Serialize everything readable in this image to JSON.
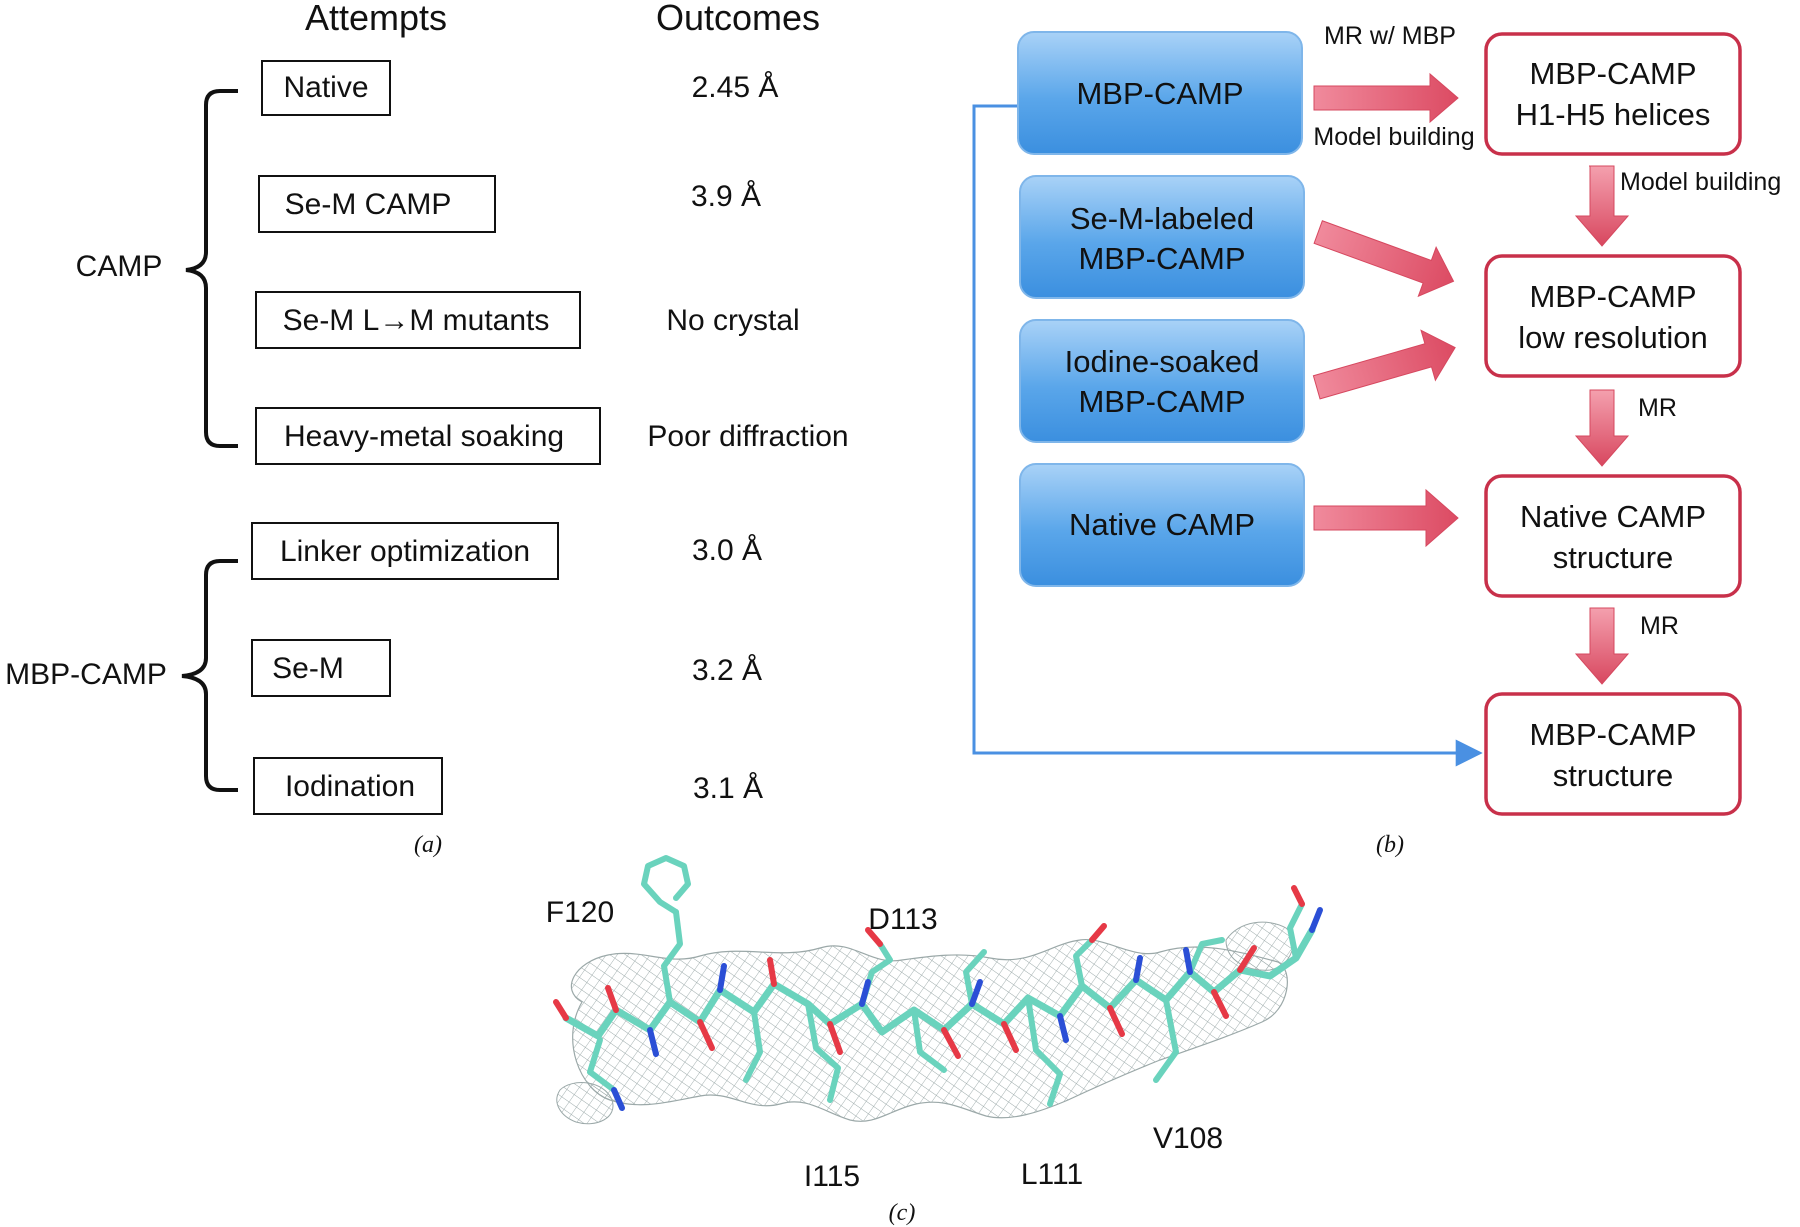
{
  "panel_a": {
    "header_attempts": "Attempts",
    "header_outcomes": "Outcomes",
    "groups": [
      {
        "label": "CAMP",
        "rows": [
          {
            "attempt": "Native",
            "outcome": "2.45 Å"
          },
          {
            "attempt": "Se-M CAMP",
            "outcome": "3.9 Å"
          },
          {
            "attempt": "Se-M L→M mutants",
            "outcome": "No crystal"
          },
          {
            "attempt": "Heavy-metal soaking",
            "outcome": "Poor diffraction"
          }
        ]
      },
      {
        "label": "MBP-CAMP",
        "rows": [
          {
            "attempt": "Linker optimization",
            "outcome": "3.0 Å"
          },
          {
            "attempt": "Se-M",
            "outcome": "3.2 Å"
          },
          {
            "attempt": "Iodination",
            "outcome": "3.1 Å"
          }
        ]
      }
    ],
    "caption": "(a)"
  },
  "panel_b": {
    "sources": [
      {
        "line1": "MBP-CAMP",
        "line2": ""
      },
      {
        "line1": "Se-M-labeled",
        "line2": "MBP-CAMP"
      },
      {
        "line1": "Iodine-soaked",
        "line2": "MBP-CAMP"
      },
      {
        "line1": "Native CAMP",
        "line2": ""
      }
    ],
    "results": [
      {
        "line1": "MBP-CAMP",
        "line2": "H1-H5 helices"
      },
      {
        "line1": "MBP-CAMP",
        "line2": "low resolution"
      },
      {
        "line1": "Native CAMP",
        "line2": "structure"
      },
      {
        "line1": "MBP-CAMP",
        "line2": "structure"
      }
    ],
    "labels": {
      "mr_with_mbp": "MR w/ MBP",
      "model_building_1": "Model building",
      "model_building_2": "Model building",
      "mr_1": "MR",
      "mr_2": "MR"
    },
    "caption": "(b)",
    "colors": {
      "source_fill": "#5aa6ea",
      "result_border": "#c8304a",
      "arrow_fill": "#e25b73",
      "connector": "#4a90e2"
    }
  },
  "panel_c": {
    "residues": [
      "F120",
      "D113",
      "I115",
      "L111",
      "V108"
    ],
    "caption": "(c)",
    "colors": {
      "carbon": "#6ad3bd",
      "oxygen": "#e63946",
      "nitrogen": "#2b4fd6",
      "mesh": "#8a9a9a"
    }
  }
}
